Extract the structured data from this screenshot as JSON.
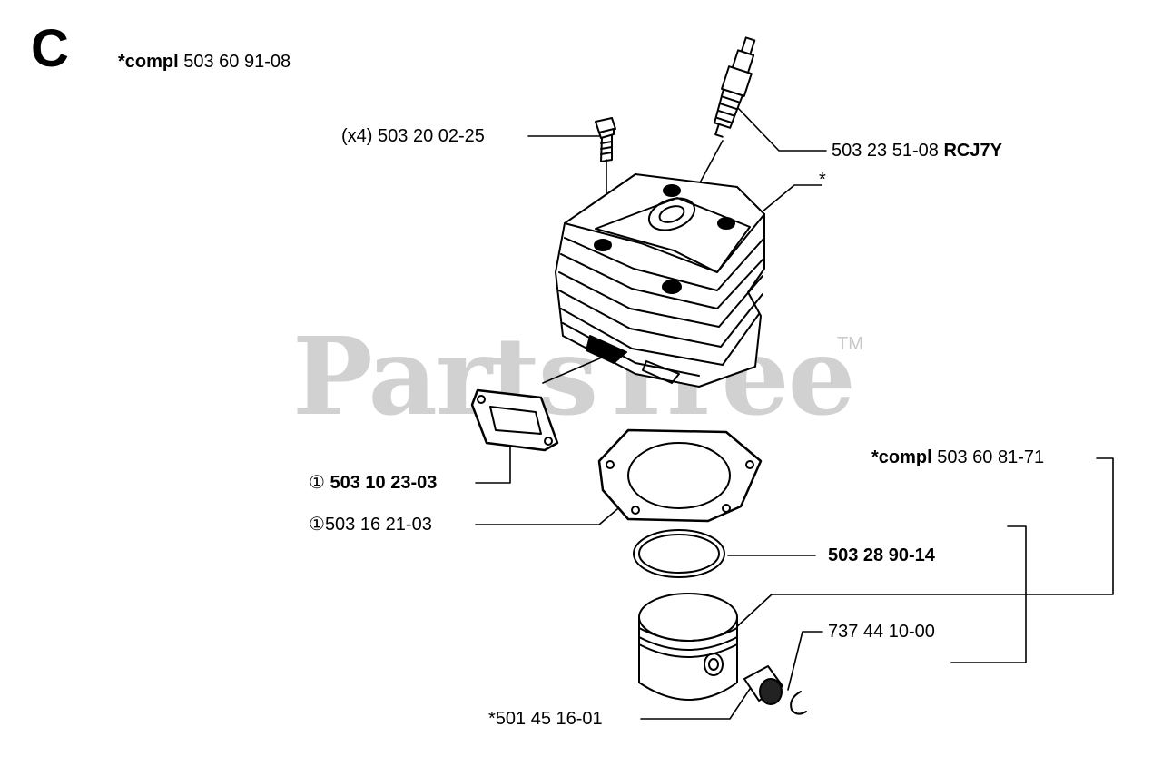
{
  "section_letter": "C",
  "assembly_main": {
    "prefix": "*compl",
    "number": "503 60 91-08"
  },
  "assembly_piston": {
    "prefix": "*compl",
    "number": "503 60 81-71"
  },
  "watermark": {
    "text": "PartsTree",
    "tm": "TM"
  },
  "parts": {
    "spark_plug": {
      "number": "503 23 51-08",
      "code": "RCJ7Y"
    },
    "screw": {
      "qty": "(x4)",
      "number": "503 20 02-25"
    },
    "cylinder": {
      "marker": "*"
    },
    "muffler_gasket": {
      "marker": "①",
      "number": "503 10 23-03"
    },
    "base_gasket": {
      "marker": "①",
      "number": "503 16 21-03"
    },
    "piston_ring": {
      "number": "503 28 90-14"
    },
    "circlip": {
      "number": "737 44 10-00"
    },
    "needle_bearing": {
      "number": "*501 45 16-01"
    }
  }
}
